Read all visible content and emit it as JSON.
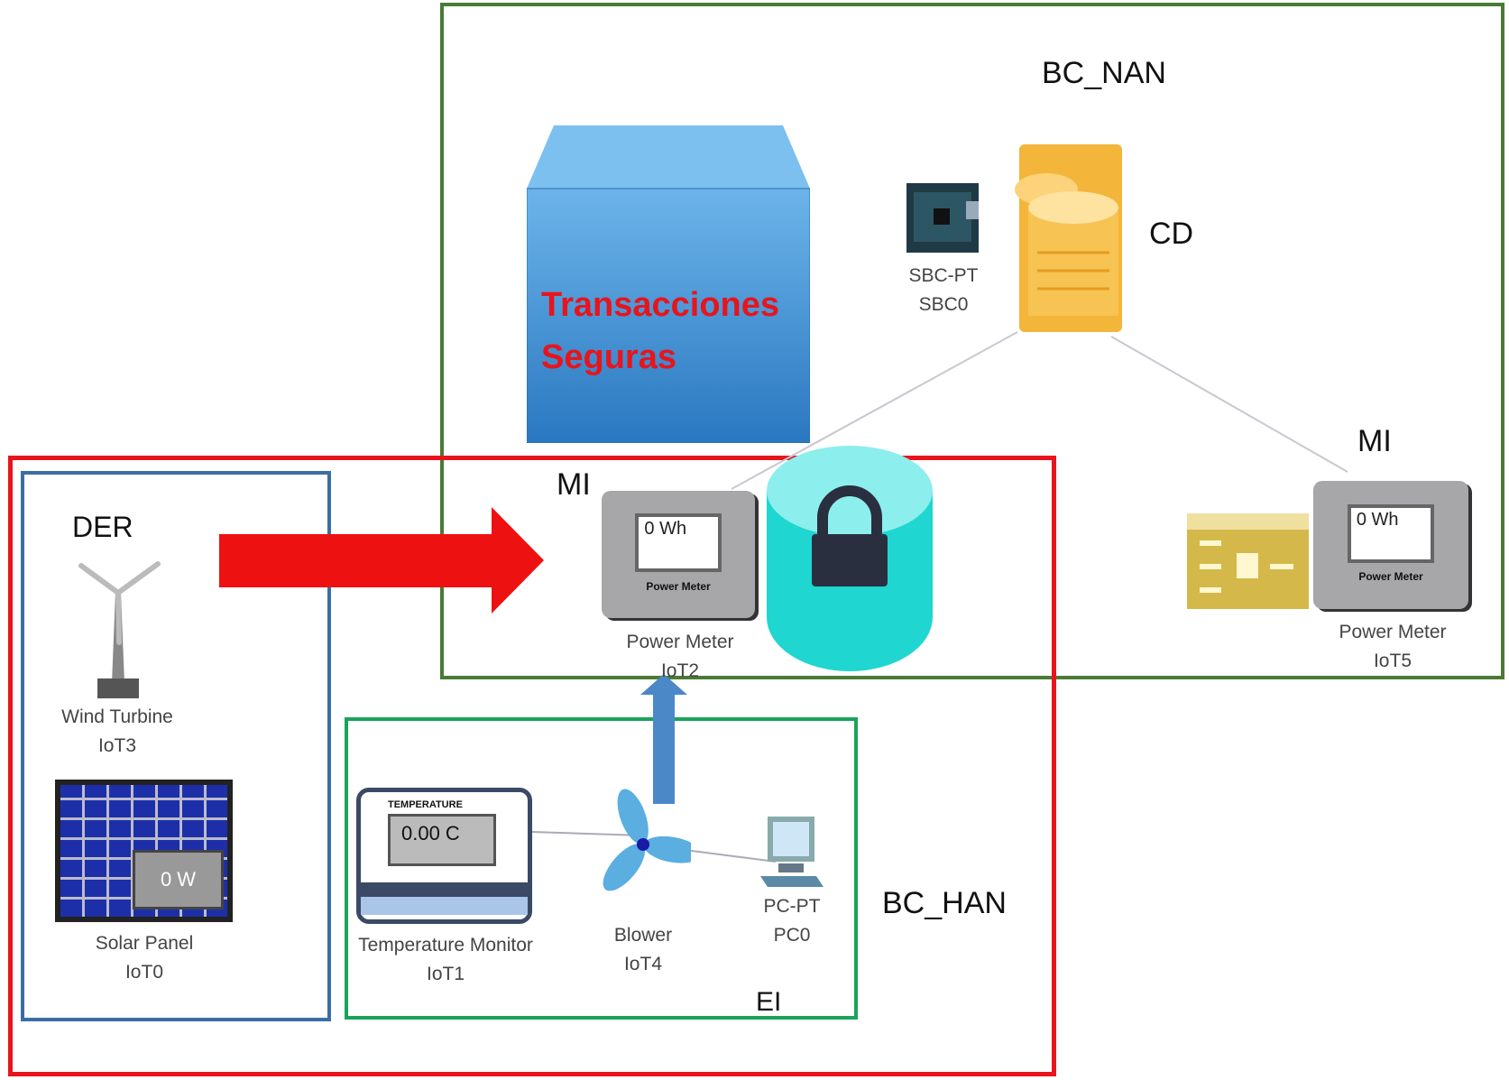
{
  "regions": {
    "nan": "BC_NAN",
    "han": "BC_HAN",
    "ei": "EI",
    "der": "DER"
  },
  "cube": {
    "line1": "Transacciones",
    "line2": "Seguras"
  },
  "cd": "CD",
  "sbc": {
    "line1": "SBC-PT",
    "line2": "SBC0"
  },
  "mi_left": "MI",
  "mi_right": "MI",
  "meter_left": {
    "reading": "0 Wh",
    "caption": "Power Meter",
    "line1": "Power Meter",
    "line2": "IoT2"
  },
  "meter_right": {
    "reading": "0 Wh",
    "caption": "Power Meter",
    "line1": "Power Meter",
    "line2": "IoT5"
  },
  "wind": {
    "line1": "Wind Turbine",
    "line2": "IoT3"
  },
  "solar": {
    "reading": "0 W",
    "line1": "Solar Panel",
    "line2": "IoT0"
  },
  "temp": {
    "header": "TEMPERATURE",
    "reading": "0.00 C",
    "line1": "Temperature Monitor",
    "line2": "IoT1"
  },
  "blower": {
    "line1": "Blower",
    "line2": "IoT4"
  },
  "pc": {
    "line1": "PC-PT",
    "line2": "PC0"
  },
  "colors": {
    "nan_border": "#4a7a35",
    "han_border": "#e8141c",
    "der_border": "#3a6ea5",
    "ei_border": "#1aa35a",
    "cube": "#3a8fd0",
    "cube_text": "#e8141c",
    "lock_cylinder": "#1fd6d0",
    "arrow_red": "#ee1111",
    "arrow_blue": "#4a88c8"
  }
}
